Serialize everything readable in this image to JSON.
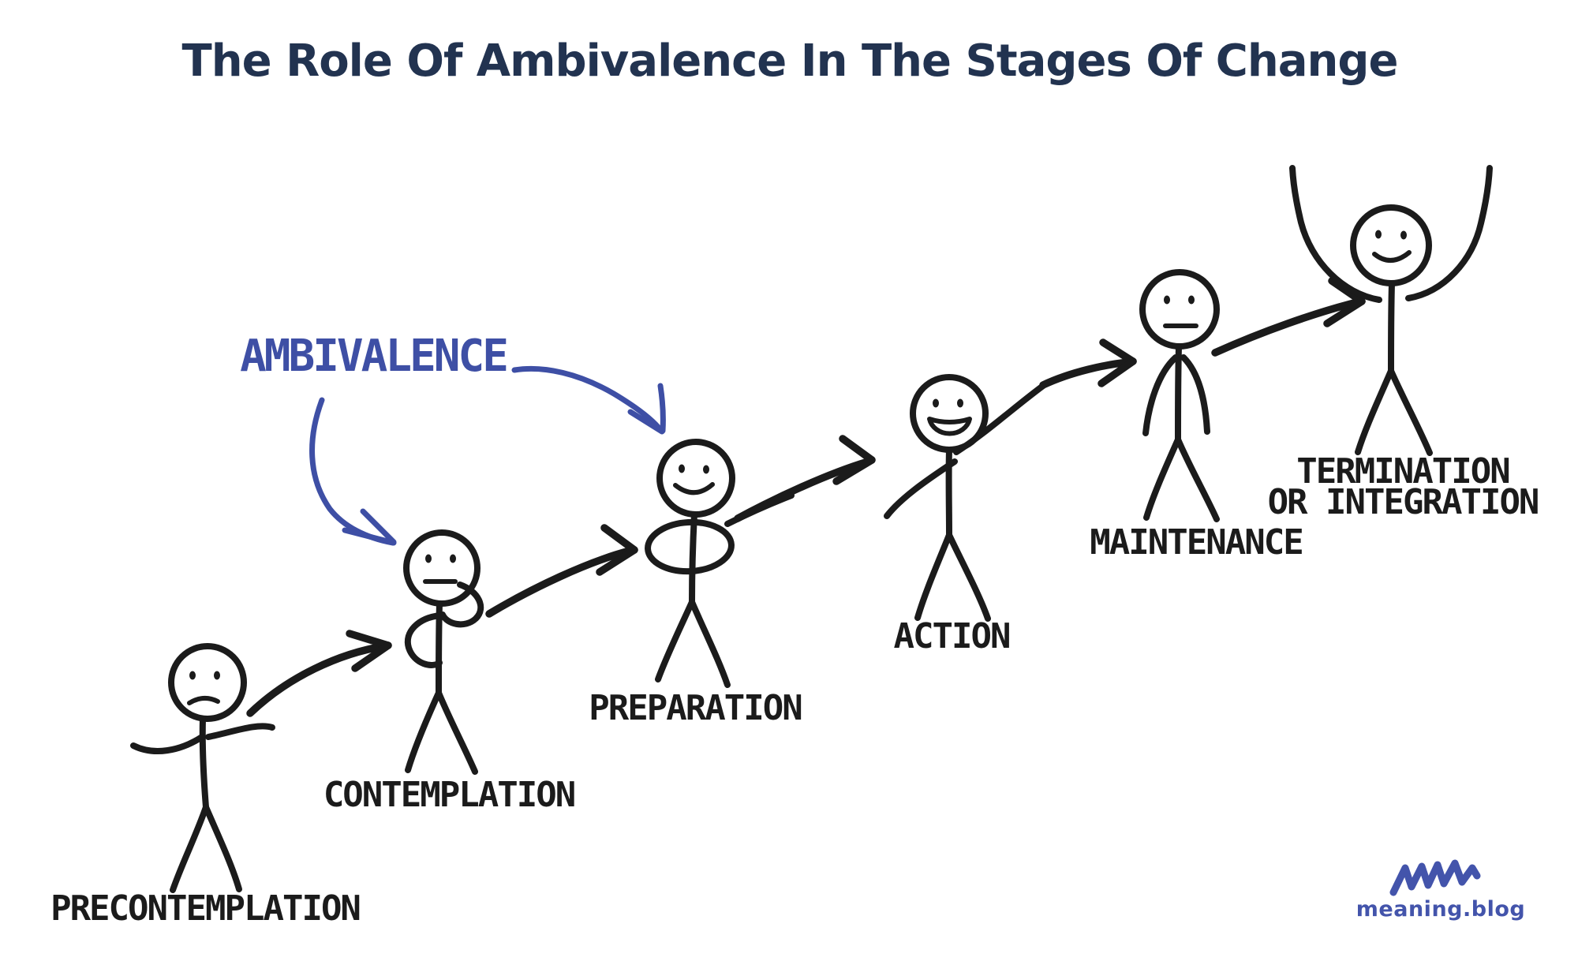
{
  "title": {
    "text": "The Role Of Ambivalence In The Stages Of Change"
  },
  "ambivalence": {
    "label": "AMBIVALENCE",
    "points_to": [
      "CONTEMPLATION",
      "PREPARATION"
    ]
  },
  "stages": [
    {
      "name": "precontemplation",
      "lines": [
        "PRECONTEMPLATION"
      ],
      "face": "frown",
      "pose": "arms-out-shrug"
    },
    {
      "name": "contemplation",
      "lines": [
        "CONTEMPLATION"
      ],
      "face": "neutral",
      "pose": "hand-on-chin"
    },
    {
      "name": "preparation",
      "lines": [
        "PREPARATION"
      ],
      "face": "smile",
      "pose": "arms-crossed"
    },
    {
      "name": "action",
      "lines": [
        "ACTION"
      ],
      "face": "open-smile",
      "pose": "arm-raised-forward"
    },
    {
      "name": "maintenance",
      "lines": [
        "MAINTENANCE"
      ],
      "face": "neutral",
      "pose": "arms-down"
    },
    {
      "name": "termination",
      "lines": [
        "TERMINATION",
        "OR INTEGRATION"
      ],
      "face": "smile",
      "pose": "arms-raised-celebrate"
    }
  ],
  "flow": [
    {
      "from": "precontemplation",
      "to": "contemplation"
    },
    {
      "from": "contemplation",
      "to": "preparation"
    },
    {
      "from": "preparation",
      "to": "action"
    },
    {
      "from": "action",
      "to": "maintenance"
    },
    {
      "from": "maintenance",
      "to": "termination"
    }
  ],
  "logo": {
    "text": "meaning.blog"
  },
  "colors": {
    "ink": "#1b1b1b",
    "accent-blue": "#3e4fa5",
    "title-navy": "#223350",
    "logo-blue": "#4354ab",
    "background": "#ffffff"
  }
}
